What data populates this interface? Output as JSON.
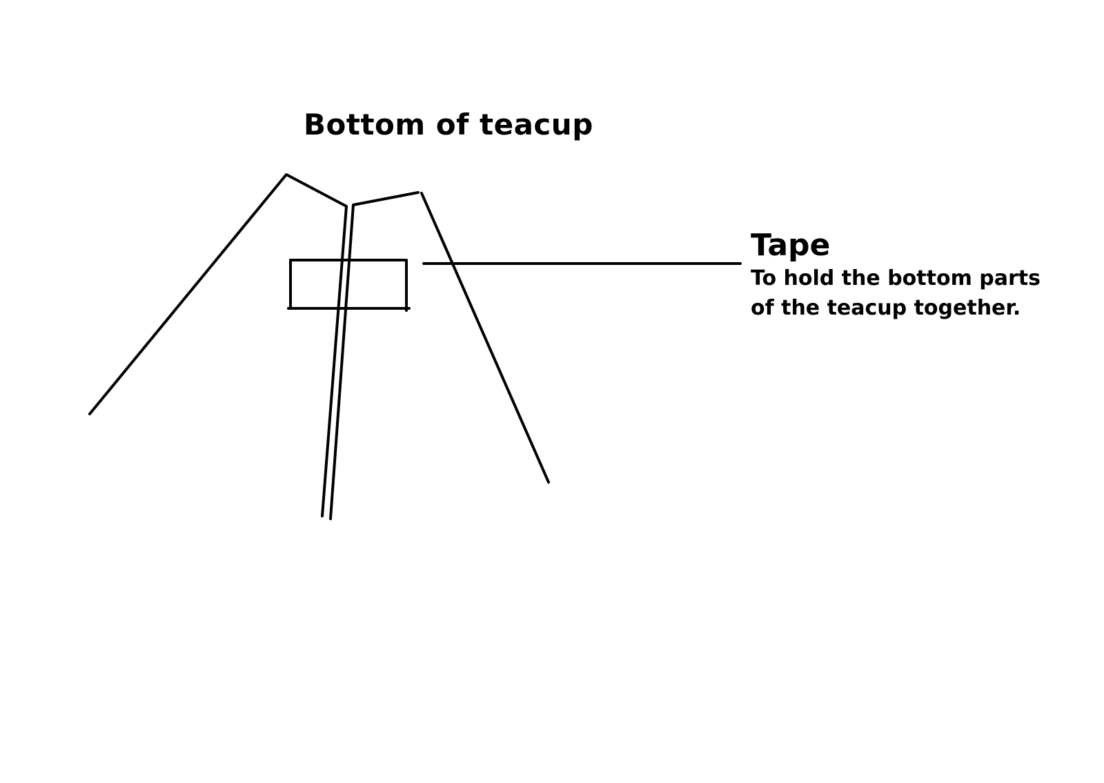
{
  "diagram": {
    "title": "Bottom of teacup",
    "callout": {
      "label": "Tape",
      "description": "To hold the bottom parts\nof the teacup together."
    },
    "stroke_color": "#000000",
    "background_color": "#ffffff"
  }
}
